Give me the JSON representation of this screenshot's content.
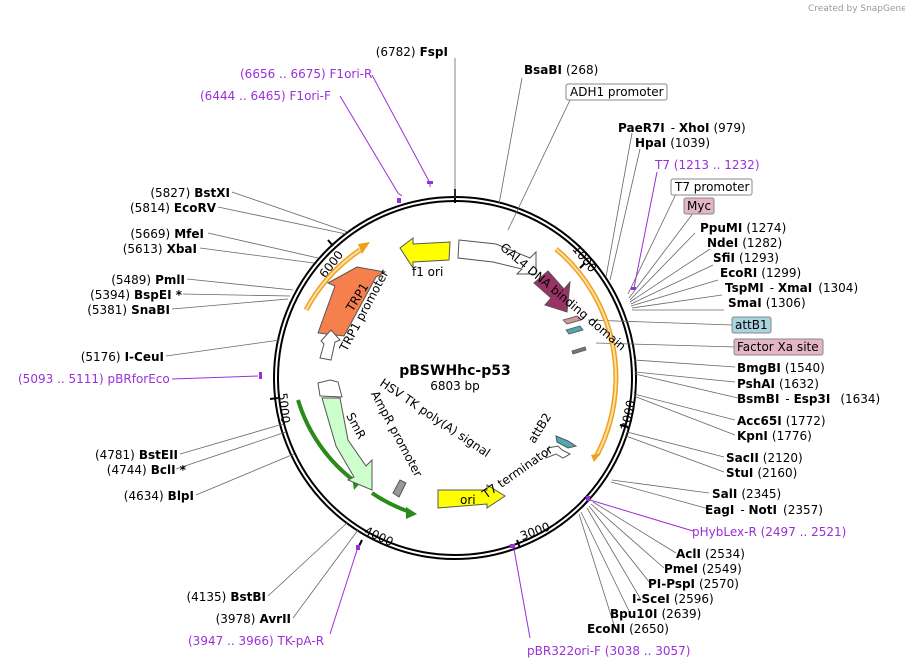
{
  "plasmid": {
    "name": "pBSWHhc-p53",
    "size": "6803 bp"
  },
  "credit": "Created by SnapGene",
  "enzymes": [
    {
      "name": "FspI",
      "pos": "(6782)",
      "side": "L"
    },
    {
      "name": "BsaBI",
      "pos": "(268)",
      "side": "R"
    },
    {
      "name": "PaeR7I",
      "pos": "",
      "side": "R"
    },
    {
      "name": "XhoI",
      "pos": "(979)",
      "side": "R"
    },
    {
      "name": "HpaI",
      "pos": "(1039)",
      "side": "R"
    },
    {
      "name": "PpuMI",
      "pos": "(1274)",
      "side": "R"
    },
    {
      "name": "NdeI",
      "pos": "(1282)",
      "side": "R"
    },
    {
      "name": "SfiI",
      "pos": "(1293)",
      "side": "R"
    },
    {
      "name": "EcoRI",
      "pos": "(1299)",
      "side": "R"
    },
    {
      "name": "TspMI",
      "pos": "",
      "side": "R"
    },
    {
      "name": "XmaI",
      "pos": "(1304)",
      "side": "R"
    },
    {
      "name": "SmaI",
      "pos": "(1306)",
      "side": "R"
    },
    {
      "name": "BmgBI",
      "pos": "(1540)",
      "side": "R"
    },
    {
      "name": "PshAI",
      "pos": "(1632)",
      "side": "R"
    },
    {
      "name": "BsmBI",
      "pos": "",
      "side": "R"
    },
    {
      "name": "Esp3I",
      "pos": "(1634)",
      "side": "R"
    },
    {
      "name": "Acc65I",
      "pos": "(1772)",
      "side": "R"
    },
    {
      "name": "KpnI",
      "pos": "(1776)",
      "side": "R"
    },
    {
      "name": "SacII",
      "pos": "(2120)",
      "side": "R"
    },
    {
      "name": "StuI",
      "pos": "(2160)",
      "side": "R"
    },
    {
      "name": "SalI",
      "pos": "(2345)",
      "side": "R"
    },
    {
      "name": "EagI",
      "pos": "",
      "side": "R"
    },
    {
      "name": "NotI",
      "pos": "(2357)",
      "side": "R"
    },
    {
      "name": "AclI",
      "pos": "(2534)",
      "side": "R"
    },
    {
      "name": "PmeI",
      "pos": "(2549)",
      "side": "R"
    },
    {
      "name": "PI-PspI",
      "pos": "(2570)",
      "side": "R"
    },
    {
      "name": "I-SceI",
      "pos": "(2596)",
      "side": "R"
    },
    {
      "name": "Bpu10I",
      "pos": "(2639)",
      "side": "R"
    },
    {
      "name": "EcoNI",
      "pos": "(2650)",
      "side": "R"
    },
    {
      "name": "BstXI",
      "pos": "(5827)",
      "side": "L"
    },
    {
      "name": "EcoRV",
      "pos": "(5814)",
      "side": "L"
    },
    {
      "name": "MfeI",
      "pos": "(5669)",
      "side": "L"
    },
    {
      "name": "XbaI",
      "pos": "(5613)",
      "side": "L"
    },
    {
      "name": "PmlI",
      "pos": "(5489)",
      "side": "L"
    },
    {
      "name": "BspEI",
      "pos": "(5394)",
      "side": "L"
    },
    {
      "name": "SnaBI",
      "pos": "(5381)",
      "side": "L"
    },
    {
      "name": "I-CeuI",
      "pos": "(5176)",
      "side": "L"
    },
    {
      "name": "BstEII",
      "pos": "(4781)",
      "side": "L"
    },
    {
      "name": "BclI",
      "pos": "(4744)",
      "side": "L"
    },
    {
      "name": "BlpI",
      "pos": "(4634)",
      "side": "L"
    },
    {
      "name": "BstBI",
      "pos": "(4135)",
      "side": "L"
    },
    {
      "name": "AvrII",
      "pos": "(3978)",
      "side": "L"
    }
  ],
  "primers": [
    {
      "range": "(6656 .. 6675)",
      "name": "F1ori-R"
    },
    {
      "range": "(6444 .. 6465)",
      "name": "F1ori-F"
    },
    {
      "range": "(5093 .. 5111)",
      "name": "pBRforEco"
    },
    {
      "range": "(3947 .. 3966)",
      "name": "TK-pA-R"
    },
    {
      "name": "T7",
      "range": "(1213 .. 1232)"
    },
    {
      "name": "pHybLex-R",
      "range": "(2497 .. 2521)"
    },
    {
      "name": "pBR322ori-F",
      "range": "(3038 .. 3057)"
    }
  ],
  "boxed_labels": [
    {
      "text": "ADH1 promoter",
      "style": "plain"
    },
    {
      "text": "T7 promoter",
      "style": "plain"
    },
    {
      "text": "Myc",
      "style": "pink"
    },
    {
      "text": "attB1",
      "style": "blue"
    },
    {
      "text": "Factor Xa site",
      "style": "pink"
    }
  ],
  "features": [
    {
      "name": "f1 ori",
      "color": "#ffff00"
    },
    {
      "name": "GAL4 DNA binding domain",
      "color": "#993366"
    },
    {
      "name": "TRP1",
      "color": "#f57f4d"
    },
    {
      "name": "TRP1 promoter",
      "color": "#ffffff"
    },
    {
      "name": "AmpR promoter",
      "color": "#ffffff"
    },
    {
      "name": "SmR",
      "color": "#ccffcc"
    },
    {
      "name": "HSV TK poly(A) signal",
      "color": "#999999"
    },
    {
      "name": "ori",
      "color": "#ffff00"
    },
    {
      "name": "T7 terminator",
      "color": "#ffffff"
    },
    {
      "name": "attB2",
      "color": "#4ea8b5"
    }
  ],
  "ticks": [
    "1000",
    "2000",
    "3000",
    "4000",
    "5000",
    "6000"
  ],
  "colors": {
    "orange_arc": "#f0a020",
    "green_arc": "#2a8a1a",
    "primer": "#9b30d9"
  }
}
